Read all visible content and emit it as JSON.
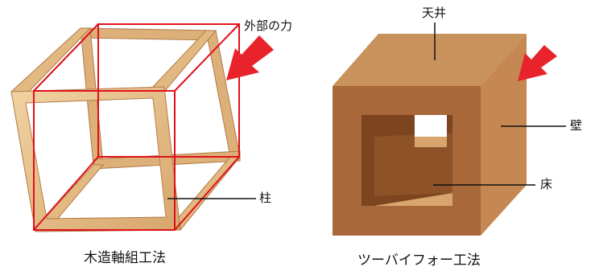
{
  "left_figure": {
    "caption": "木造軸組工法",
    "labels": {
      "external_force": "外部の力",
      "pillar": "柱"
    }
  },
  "right_figure": {
    "caption": "ツーバイフォー工法",
    "labels": {
      "ceiling": "天井",
      "wall": "壁",
      "floor": "床"
    }
  },
  "colors": {
    "wood_light": "#e9c48d",
    "wood_mid": "#d5a066",
    "wood_dark": "#b57a45",
    "outline_red": "#e0101c",
    "arrow_red": "#e8232b",
    "box_top": "#c9925c",
    "box_front": "#a86839",
    "box_side": "#c58852",
    "box_inner": "#7d4420"
  }
}
